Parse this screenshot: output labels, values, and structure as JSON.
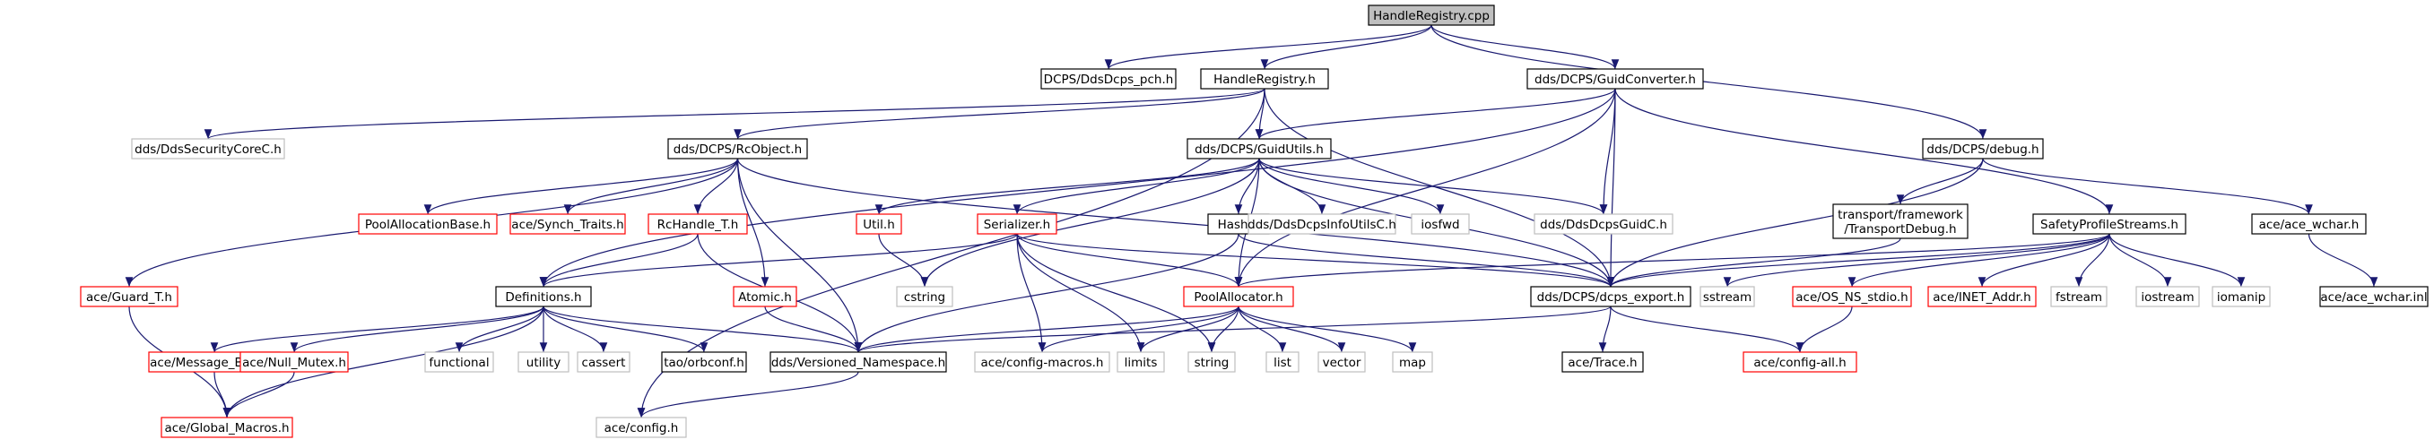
{
  "colors": {
    "edge": "#191970",
    "box_normal": "#000000",
    "box_missing": "#ff0000",
    "box_external": "#bfbfbf",
    "root_fill": "#bfbfbf",
    "text": "#000000"
  },
  "nodes": [
    {
      "id": "root",
      "label": "HandleRegistry.cpp",
      "style": "root"
    },
    {
      "id": "pch",
      "label": "DCPS/DdsDcps_pch.h",
      "style": "normal"
    },
    {
      "id": "hr",
      "label": "HandleRegistry.h",
      "style": "normal"
    },
    {
      "id": "guidconv",
      "label": "dds/DCPS/GuidConverter.h",
      "style": "normal"
    },
    {
      "id": "debug",
      "label": "dds/DCPS/debug.h",
      "style": "normal"
    },
    {
      "id": "seccore",
      "label": "dds/DdsSecurityCoreC.h",
      "style": "external"
    },
    {
      "id": "rcobj",
      "label": "dds/DCPS/RcObject.h",
      "style": "normal"
    },
    {
      "id": "guidutils",
      "label": "dds/DCPS/GuidUtils.h",
      "style": "normal"
    },
    {
      "id": "transdebug",
      "label": [
        "transport/framework",
        "/TransportDebug.h"
      ],
      "style": "normal"
    },
    {
      "id": "safety",
      "label": "SafetyProfileStreams.h",
      "style": "normal"
    },
    {
      "id": "acewchar",
      "label": "ace/ace_wchar.h",
      "style": "normal"
    },
    {
      "id": "poolalloc_base",
      "label": "PoolAllocationBase.h",
      "style": "missing"
    },
    {
      "id": "synch",
      "label": "ace/Synch_Traits.h",
      "style": "missing"
    },
    {
      "id": "rchandle",
      "label": "RcHandle_T.h",
      "style": "missing"
    },
    {
      "id": "utilh",
      "label": "Util.h",
      "style": "missing"
    },
    {
      "id": "serializer",
      "label": "Serializer.h",
      "style": "missing"
    },
    {
      "id": "hash",
      "label": "Hash.h",
      "style": "normal"
    },
    {
      "id": "infoutils",
      "label": "dds/DdsDcpsInfoUtilsC.h",
      "style": "external"
    },
    {
      "id": "iosfwd",
      "label": "iosfwd",
      "style": "external"
    },
    {
      "id": "guidc",
      "label": "dds/DdsDcpsGuidC.h",
      "style": "external"
    },
    {
      "id": "guardt",
      "label": "ace/Guard_T.h",
      "style": "missing"
    },
    {
      "id": "definitions",
      "label": "Definitions.h",
      "style": "normal"
    },
    {
      "id": "atomic",
      "label": "Atomic.h",
      "style": "missing"
    },
    {
      "id": "cstring",
      "label": "cstring",
      "style": "external"
    },
    {
      "id": "poolallocator",
      "label": "PoolAllocator.h",
      "style": "missing"
    },
    {
      "id": "export",
      "label": "dds/DCPS/dcps_export.h",
      "style": "normal"
    },
    {
      "id": "sstream",
      "label": "sstream",
      "style": "external"
    },
    {
      "id": "osns",
      "label": "ace/OS_NS_stdio.h",
      "style": "missing"
    },
    {
      "id": "inet",
      "label": "ace/INET_Addr.h",
      "style": "missing"
    },
    {
      "id": "fstream",
      "label": "fstream",
      "style": "external"
    },
    {
      "id": "iostream",
      "label": "iostream",
      "style": "external"
    },
    {
      "id": "iomanip",
      "label": "iomanip",
      "style": "external"
    },
    {
      "id": "wcharinl",
      "label": "ace/ace_wchar.inl",
      "style": "normal"
    },
    {
      "id": "msgblock",
      "label": "ace/Message_Block.h",
      "style": "missing"
    },
    {
      "id": "nullmutex",
      "label": "ace/Null_Mutex.h",
      "style": "missing"
    },
    {
      "id": "functional",
      "label": "functional",
      "style": "external"
    },
    {
      "id": "utility",
      "label": "utility",
      "style": "external"
    },
    {
      "id": "cassert",
      "label": "cassert",
      "style": "external"
    },
    {
      "id": "orbconf",
      "label": "tao/orbconf.h",
      "style": "normal"
    },
    {
      "id": "versioned",
      "label": "dds/Versioned_Namespace.h",
      "style": "normal"
    },
    {
      "id": "configmacros",
      "label": "ace/config-macros.h",
      "style": "external"
    },
    {
      "id": "limits",
      "label": "limits",
      "style": "external"
    },
    {
      "id": "string",
      "label": "string",
      "style": "external"
    },
    {
      "id": "list",
      "label": "list",
      "style": "external"
    },
    {
      "id": "vector",
      "label": "vector",
      "style": "external"
    },
    {
      "id": "map",
      "label": "map",
      "style": "external"
    },
    {
      "id": "trace",
      "label": "ace/Trace.h",
      "style": "normal"
    },
    {
      "id": "configall",
      "label": "ace/config-all.h",
      "style": "missing"
    },
    {
      "id": "globalmacros",
      "label": "ace/Global_Macros.h",
      "style": "missing"
    },
    {
      "id": "aceconfig",
      "label": "ace/config.h",
      "style": "external"
    }
  ],
  "edges": [
    [
      "root",
      "pch"
    ],
    [
      "root",
      "hr"
    ],
    [
      "root",
      "guidconv"
    ],
    [
      "root",
      "debug"
    ],
    [
      "hr",
      "seccore"
    ],
    [
      "hr",
      "rcobj"
    ],
    [
      "hr",
      "guidutils"
    ],
    [
      "hr",
      "export"
    ],
    [
      "hr",
      "aceconfig"
    ],
    [
      "guidconv",
      "guidutils"
    ],
    [
      "guidconv",
      "guidc"
    ],
    [
      "guidconv",
      "export"
    ],
    [
      "guidconv",
      "safety"
    ],
    [
      "guidconv",
      "poolallocator"
    ],
    [
      "guidconv",
      "definitions"
    ],
    [
      "debug",
      "transdebug"
    ],
    [
      "debug",
      "acewchar"
    ],
    [
      "debug",
      "export"
    ],
    [
      "rcobj",
      "guardt"
    ],
    [
      "rcobj",
      "poolalloc_base"
    ],
    [
      "rcobj",
      "synch"
    ],
    [
      "rcobj",
      "rchandle"
    ],
    [
      "rcobj",
      "atomic"
    ],
    [
      "rcobj",
      "versioned"
    ],
    [
      "rcobj",
      "export"
    ],
    [
      "guidutils",
      "utilh"
    ],
    [
      "guidutils",
      "cstring"
    ],
    [
      "guidutils",
      "serializer"
    ],
    [
      "guidutils",
      "poolallocator"
    ],
    [
      "guidutils",
      "hash"
    ],
    [
      "guidutils",
      "infoutils"
    ],
    [
      "guidutils",
      "iosfwd"
    ],
    [
      "guidutils",
      "guidc"
    ],
    [
      "guidutils",
      "export"
    ],
    [
      "transdebug",
      "export"
    ],
    [
      "safety",
      "poolallocator"
    ],
    [
      "safety",
      "export"
    ],
    [
      "safety",
      "sstream"
    ],
    [
      "safety",
      "osns"
    ],
    [
      "safety",
      "inet"
    ],
    [
      "safety",
      "fstream"
    ],
    [
      "safety",
      "iostream"
    ],
    [
      "safety",
      "iomanip"
    ],
    [
      "acewchar",
      "wcharinl"
    ],
    [
      "rchandle",
      "definitions"
    ],
    [
      "rchandle",
      "versioned"
    ],
    [
      "utilh",
      "cstring"
    ],
    [
      "serializer",
      "definitions"
    ],
    [
      "serializer",
      "poolallocator"
    ],
    [
      "serializer",
      "export"
    ],
    [
      "serializer",
      "configmacros"
    ],
    [
      "serializer",
      "limits"
    ],
    [
      "serializer",
      "string"
    ],
    [
      "hash",
      "versioned"
    ],
    [
      "hash",
      "export"
    ],
    [
      "guardt",
      "globalmacros"
    ],
    [
      "atomic",
      "versioned"
    ],
    [
      "definitions",
      "msgblock"
    ],
    [
      "definitions",
      "nullmutex"
    ],
    [
      "definitions",
      "functional"
    ],
    [
      "definitions",
      "utility"
    ],
    [
      "definitions",
      "cassert"
    ],
    [
      "definitions",
      "orbconf"
    ],
    [
      "definitions",
      "versioned"
    ],
    [
      "definitions",
      "globalmacros"
    ],
    [
      "poolallocator",
      "versioned"
    ],
    [
      "poolallocator",
      "configmacros"
    ],
    [
      "poolallocator",
      "limits"
    ],
    [
      "poolallocator",
      "string"
    ],
    [
      "poolallocator",
      "list"
    ],
    [
      "poolallocator",
      "vector"
    ],
    [
      "poolallocator",
      "map"
    ],
    [
      "export",
      "versioned"
    ],
    [
      "export",
      "trace"
    ],
    [
      "export",
      "configall"
    ],
    [
      "osns",
      "configall"
    ],
    [
      "msgblock",
      "globalmacros"
    ],
    [
      "nullmutex",
      "globalmacros"
    ],
    [
      "versioned",
      "aceconfig"
    ]
  ]
}
